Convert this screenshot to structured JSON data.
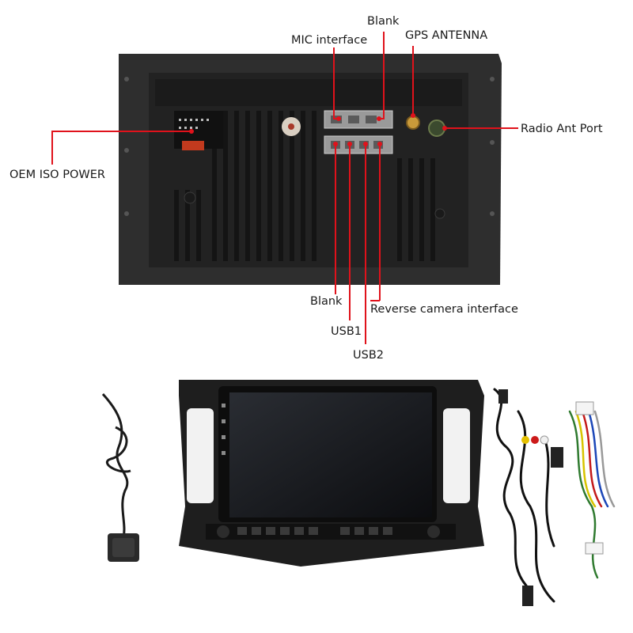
{
  "labels": {
    "mic_interface": "MIC interface",
    "blank_top": "Blank",
    "gps_antenna": "GPS ANTENNA",
    "radio_ant_port": "Radio Ant Port",
    "oem_iso_power": "OEM ISO POWER",
    "blank_bottom": "Blank",
    "reverse_camera_interface": "Reverse camera interface",
    "usb1": "USB1",
    "usb2": "USB2"
  },
  "colors": {
    "callout_line": "#e0121b",
    "label_text": "#1a1a1a",
    "unit_body": "#2b2b2b",
    "background": "#ffffff"
  },
  "items": [
    "rear-view-head-unit",
    "gps-antenna",
    "head-unit-with-fascia-frame",
    "wiring-harness-cables"
  ]
}
